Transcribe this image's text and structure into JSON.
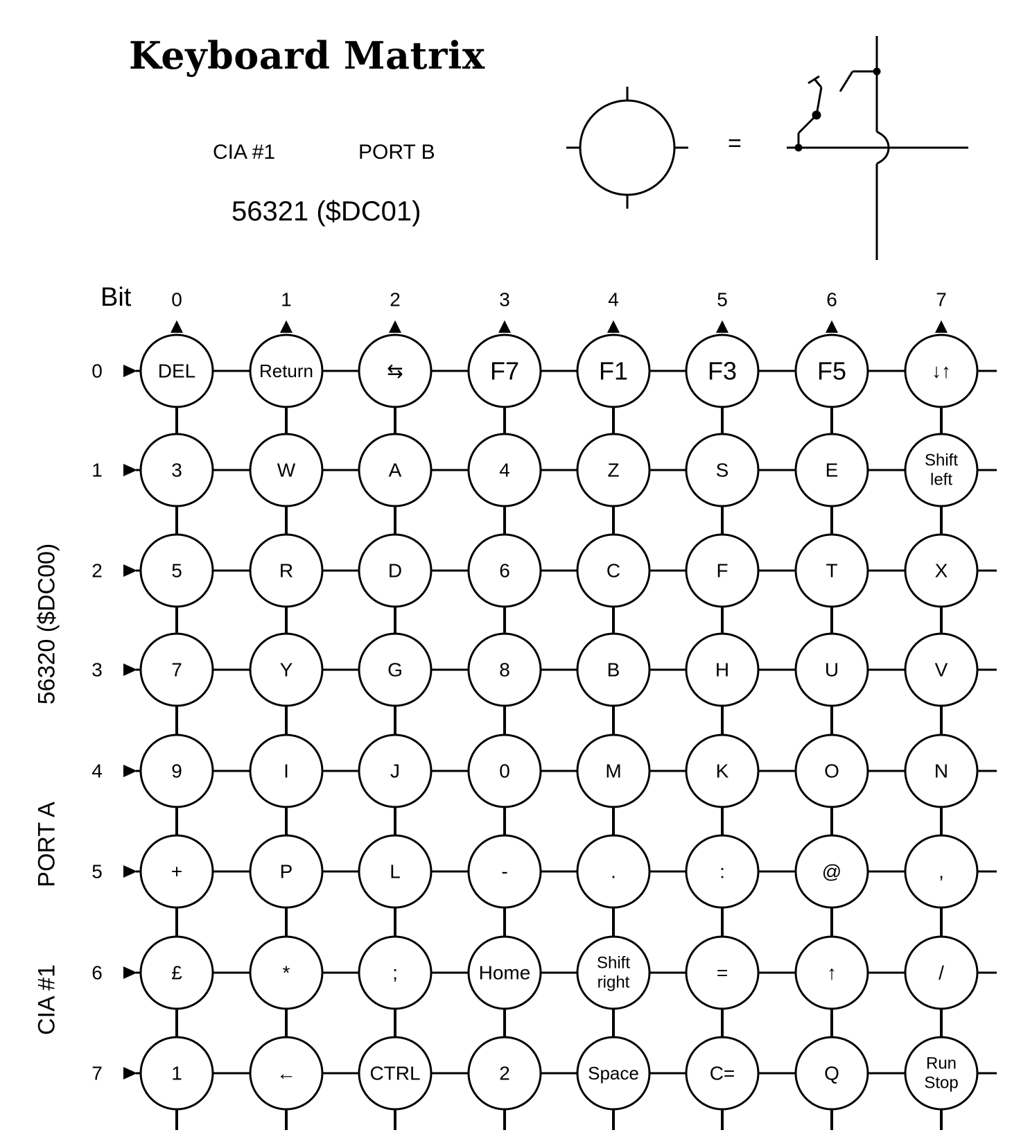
{
  "title": "Keyboard Matrix",
  "port_b": {
    "chip": "CIA #1",
    "port": "PORT B",
    "address": "56321 ($DC01)"
  },
  "legend": {
    "equals": "=",
    "symbol_icon": "key-circle-icon",
    "switch_icon": "switch-schematic-icon"
  },
  "port_a": {
    "chip": "CIA #1",
    "port": "PORT A",
    "address": "56320 ($DC00)"
  },
  "bit_label": "Bit",
  "column_bits": [
    "0",
    "1",
    "2",
    "3",
    "4",
    "5",
    "6",
    "7"
  ],
  "row_bits": [
    "0",
    "1",
    "2",
    "3",
    "4",
    "5",
    "6",
    "7"
  ],
  "matrix": [
    [
      "DEL",
      "Return",
      "⇆",
      "F7",
      "F1",
      "F3",
      "F5",
      "↓↑"
    ],
    [
      "3",
      "W",
      "A",
      "4",
      "Z",
      "S",
      "E",
      "Shift\nleft"
    ],
    [
      "5",
      "R",
      "D",
      "6",
      "C",
      "F",
      "T",
      "X"
    ],
    [
      "7",
      "Y",
      "G",
      "8",
      "B",
      "H",
      "U",
      "V"
    ],
    [
      "9",
      "I",
      "J",
      "0",
      "M",
      "K",
      "O",
      "N"
    ],
    [
      "+",
      "P",
      "L",
      "-",
      ".",
      ":",
      "@",
      ","
    ],
    [
      "£",
      "*",
      ";",
      "Home",
      "Shift\nright",
      "=",
      "↑",
      "/"
    ],
    [
      "1",
      "←",
      "CTRL",
      "2",
      "Space",
      "C=",
      "Q",
      "Run\nStop"
    ]
  ]
}
